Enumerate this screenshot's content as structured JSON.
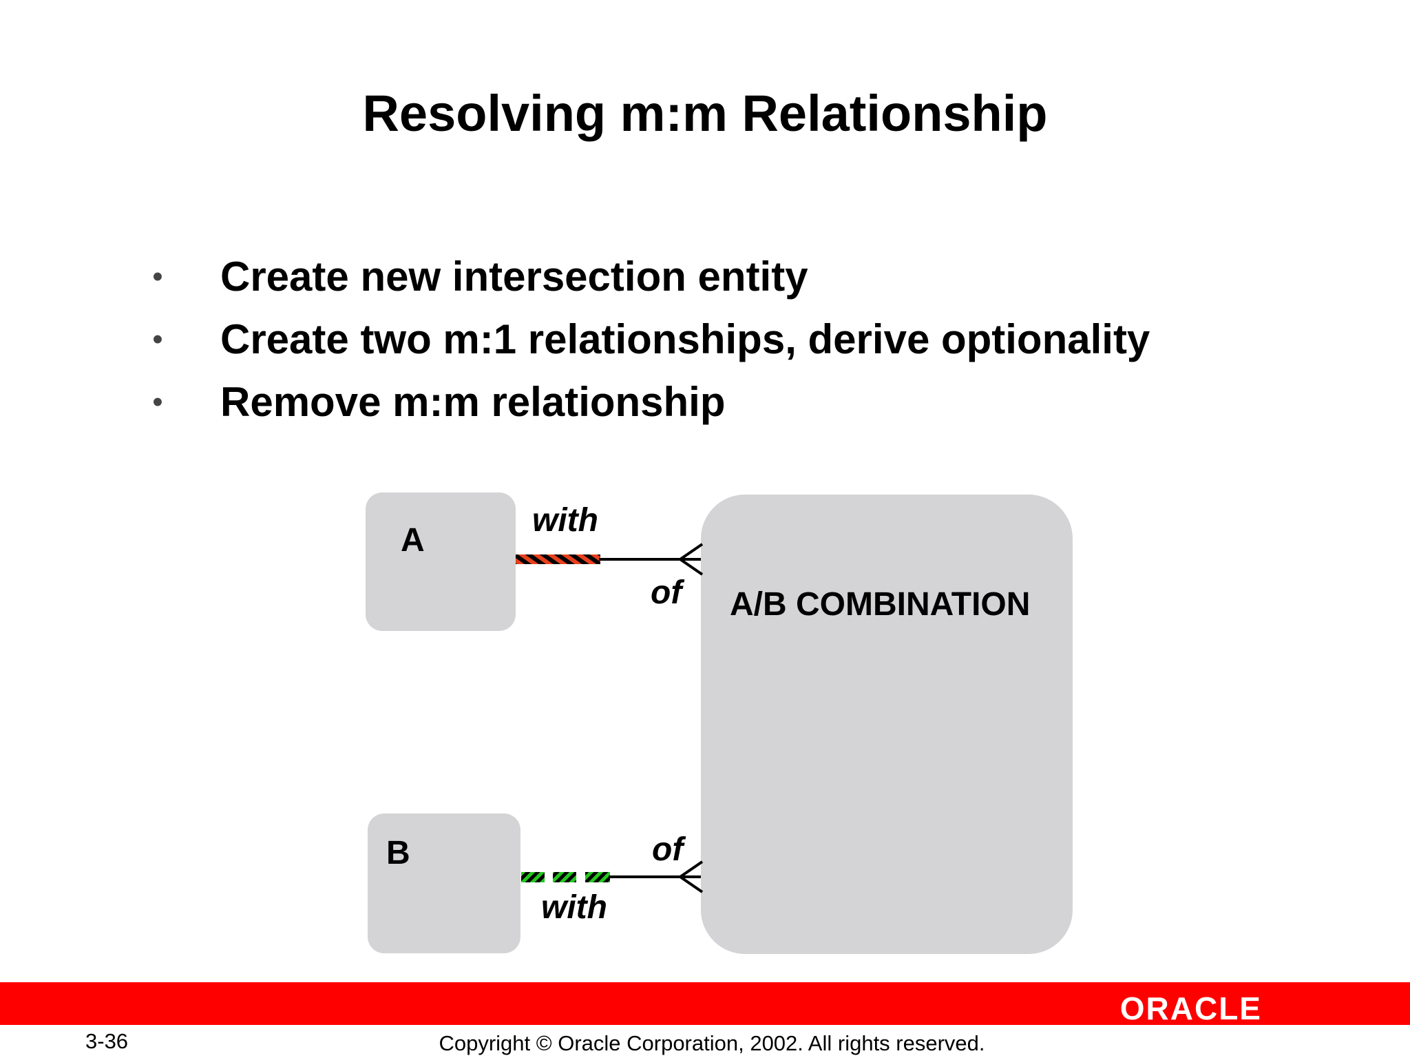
{
  "slide": {
    "title": "Resolving m:m Relationship",
    "bullets": [
      "Create new intersection entity",
      "Create two m:1 relationships, derive optionality",
      "Remove m:m relationship"
    ]
  },
  "diagram": {
    "entities": {
      "a": "A",
      "b": "B",
      "combination": "A/B COMBINATION"
    },
    "relationships": {
      "a_with": "with",
      "a_of": "of",
      "b_of": "of",
      "b_with": "with"
    },
    "colors": {
      "entity_fill": "#d4d3d6",
      "a_highlight": "#e8401c",
      "b_highlight": "#22c81e",
      "line": "#000000"
    }
  },
  "footer": {
    "logo": "ORACLE",
    "page_number": "3-36",
    "copyright": "Copyright © Oracle Corporation, 2002. All rights reserved.",
    "bar_color": "#ff0000"
  }
}
